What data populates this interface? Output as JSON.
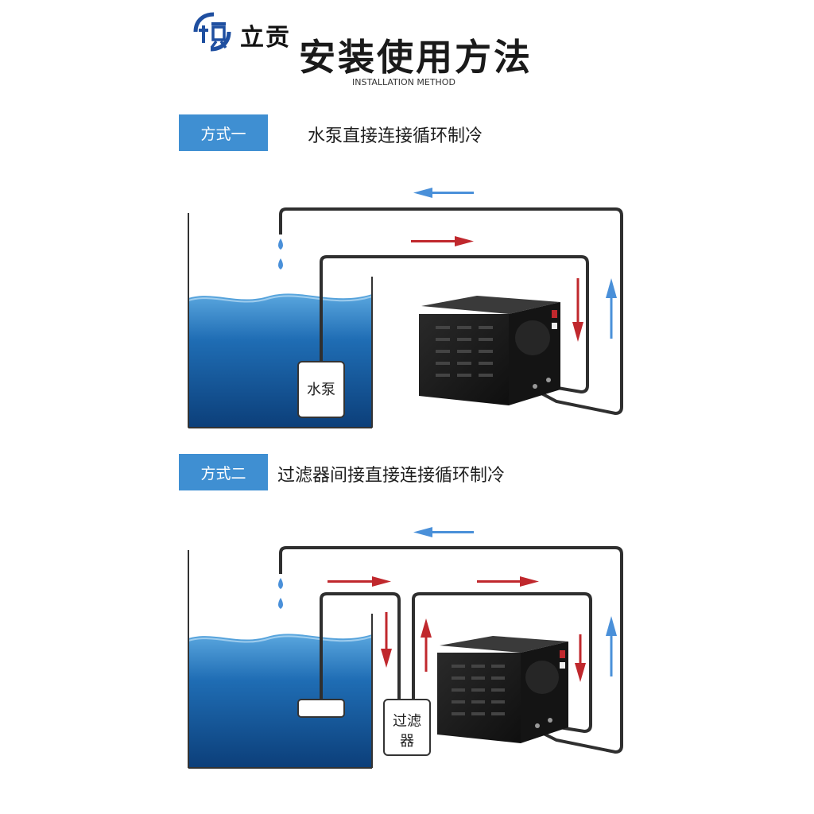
{
  "header": {
    "brand_name": "立贡",
    "title": "安装使用方法",
    "subtitle": "INSTALLATION METHOD"
  },
  "methods": [
    {
      "tag": "方式一",
      "description": "水泵直接连接循环制冷",
      "pump_label": "水泵"
    },
    {
      "tag": "方式二",
      "description": "过滤器间接直接连接循环制冷",
      "filter_label_line1": "过滤",
      "filter_label_line2": "器"
    }
  ],
  "colors": {
    "tag_background": "#3f8fd2",
    "return_arrow": "#4a90d9",
    "supply_arrow": "#c0282d",
    "pipe": "#2f2f2f",
    "chiller_body": "#1b1b1b"
  }
}
